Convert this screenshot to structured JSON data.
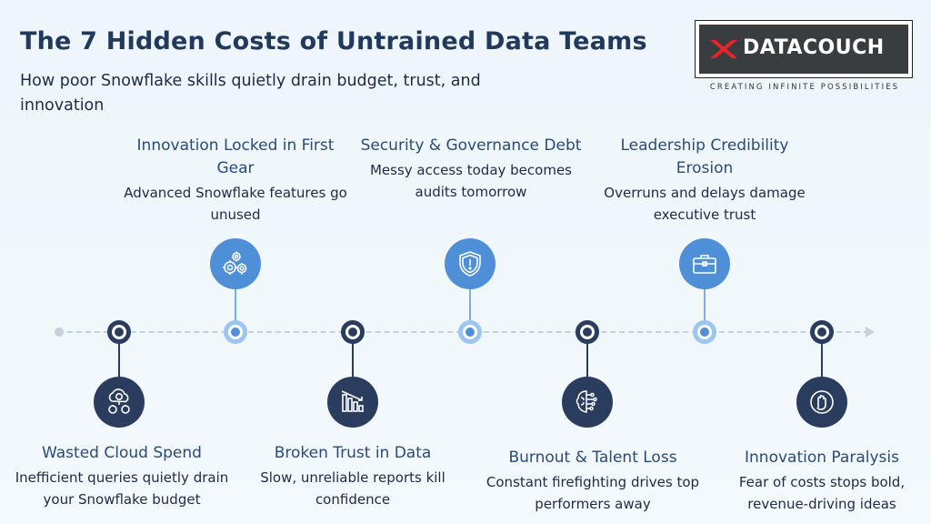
{
  "header": {
    "title": "The 7 Hidden Costs of Untrained Data Teams",
    "subtitle": "How poor Snowflake skills quietly drain budget, trust, and innovation"
  },
  "logo": {
    "brand": "DATACOUCH",
    "tagline": "CREATING INFINITE POSSIBILITIES",
    "colors": {
      "mark": "#e8232a",
      "background": "#3a3d40"
    }
  },
  "colors": {
    "dark": "#2b3d5f",
    "light": "#4f8fd8",
    "title": "#22395e"
  },
  "costs": [
    {
      "title": "Wasted Cloud Spend",
      "desc": "Inefficient queries quietly drain your Snowflake budget",
      "icon": "cloud-money-icon"
    },
    {
      "title": "Innovation Locked in First Gear",
      "desc": "Advanced Snowflake features go unused",
      "icon": "gears-icon"
    },
    {
      "title": "Broken Trust in Data",
      "desc": "Slow, unreliable reports kill confidence",
      "icon": "declining-chart-icon"
    },
    {
      "title": "Security & Governance Debt",
      "desc": "Messy access today becomes audits tomorrow",
      "icon": "shield-alert-icon"
    },
    {
      "title": "Burnout & Talent Loss",
      "desc": "Constant firefighting drives top performers away",
      "icon": "brain-circuit-icon"
    },
    {
      "title": "Leadership Credibility Erosion",
      "desc": "Overruns and delays damage executive trust",
      "icon": "briefcase-icon"
    },
    {
      "title": "Innovation Paralysis",
      "desc": "Fear of costs stops bold, revenue-driving ideas",
      "icon": "hand-stop-icon"
    }
  ]
}
